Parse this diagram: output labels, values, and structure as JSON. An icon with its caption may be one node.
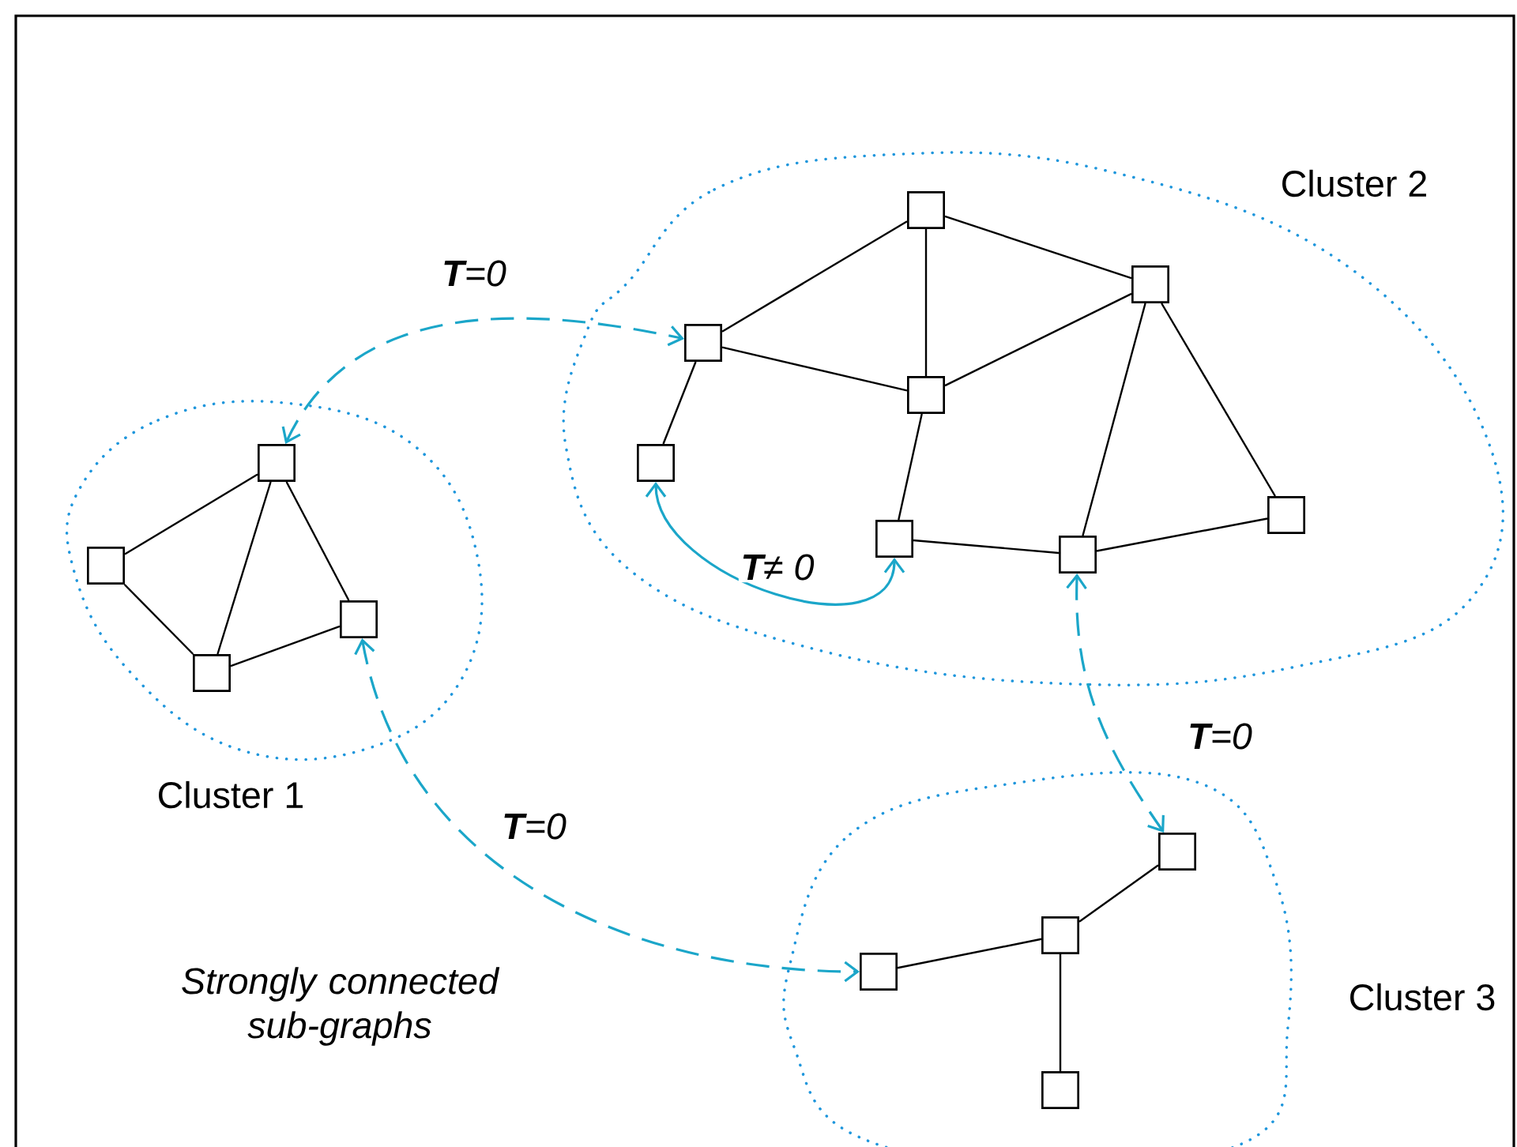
{
  "diagram": {
    "nodes": [
      {
        "text": [
          "Cluster 1"
        ]
      },
      {
        "text": [],
        "shape": "box",
        "in": 0
      },
      {
        "text": [],
        "shape": "box",
        "in": 0
      },
      {
        "text": [],
        "shape": "box",
        "in": 0
      },
      {
        "text": [],
        "shape": "box",
        "in": 0
      },
      {
        "text": [
          "Cluster 2"
        ]
      },
      {
        "text": [],
        "shape": "box",
        "in": 5
      },
      {
        "text": [],
        "shape": "box",
        "in": 5
      },
      {
        "text": [],
        "shape": "box",
        "in": 5
      },
      {
        "text": [],
        "shape": "box",
        "in": 5
      },
      {
        "text": [],
        "shape": "box",
        "in": 5
      },
      {
        "text": [],
        "shape": "box",
        "in": 5
      },
      {
        "text": [],
        "shape": "box",
        "in": 5
      },
      {
        "text": [],
        "shape": "box",
        "in": 5
      },
      {
        "text": [
          "Cluster 3"
        ]
      },
      {
        "text": [],
        "shape": "box",
        "in": 14
      },
      {
        "text": [],
        "shape": "box",
        "in": 14
      },
      {
        "text": [],
        "shape": "box",
        "in": 14
      },
      {
        "text": [],
        "shape": "box",
        "in": 14
      }
    ],
    "edges": [
      {
        "from": 1,
        "to": 2,
        "arrow": "none"
      },
      {
        "from": 1,
        "to": 3,
        "arrow": "none"
      },
      {
        "from": 1,
        "to": 4,
        "arrow": "none"
      },
      {
        "from": 2,
        "to": 3,
        "arrow": "none"
      },
      {
        "from": 3,
        "to": 4,
        "arrow": "none"
      },
      {
        "from": 6,
        "to": 8,
        "arrow": "none"
      },
      {
        "from": 6,
        "to": 9,
        "arrow": "none"
      },
      {
        "from": 6,
        "to": 7,
        "arrow": "none"
      },
      {
        "from": 8,
        "to": 9,
        "arrow": "none"
      },
      {
        "from": 9,
        "to": 7,
        "arrow": "none"
      },
      {
        "from": 8,
        "to": 10,
        "arrow": "none"
      },
      {
        "from": 9,
        "to": 11,
        "arrow": "none"
      },
      {
        "from": 11,
        "to": 12,
        "arrow": "none"
      },
      {
        "from": 7,
        "to": 12,
        "arrow": "none"
      },
      {
        "from": 7,
        "to": 13,
        "arrow": "none"
      },
      {
        "from": 12,
        "to": 13,
        "arrow": "none"
      },
      {
        "from": 15,
        "to": 16,
        "arrow": "none"
      },
      {
        "from": 16,
        "to": 17,
        "arrow": "none"
      },
      {
        "from": 16,
        "to": 18,
        "arrow": "none"
      },
      {
        "from": 1,
        "to": 8,
        "arrow": "both",
        "label": "**T**=0",
        "style": "dashed",
        "color": "#1ba6c9"
      },
      {
        "from": 10,
        "to": 11,
        "arrow": "both",
        "label": "**T**≠ 0",
        "color": "#1ba6c9"
      },
      {
        "from": 4,
        "to": 17,
        "arrow": "both",
        "label": "**T**=0",
        "style": "dashed",
        "color": "#1ba6c9"
      },
      {
        "from": 12,
        "to": 15,
        "arrow": "both",
        "label": "**T**=0",
        "style": "dashed",
        "color": "#1ba6c9"
      }
    ],
    "labels": [
      "Strongly connected sub-graphs"
    ]
  }
}
